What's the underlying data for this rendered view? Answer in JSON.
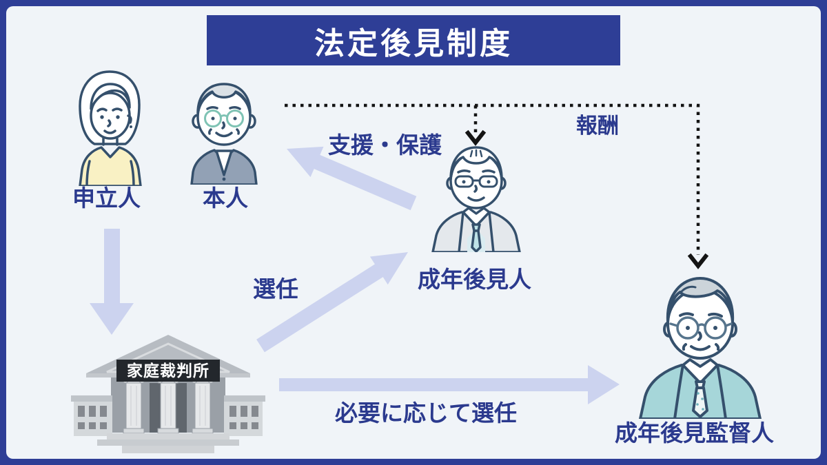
{
  "title": "法定後見制度",
  "nodes": {
    "petitioner": {
      "label": "申立人"
    },
    "principal": {
      "label": "本人"
    },
    "guardian": {
      "label": "成年後見人"
    },
    "supervisor": {
      "label": "成年後見監督人"
    },
    "court": {
      "label": "家庭裁判所"
    }
  },
  "edges": {
    "support": {
      "label": "支援・保護"
    },
    "appoint": {
      "label": "選任"
    },
    "appoint_as_needed": {
      "label": "必要に応じて選任"
    },
    "remuneration": {
      "label": "報酬"
    }
  },
  "colors": {
    "frame_navy": "#2e3e96",
    "label_navy": "#2b3a8e",
    "arrow_lavender": "#ccd3ef",
    "dotted_black": "#141414",
    "background": "#f0f4f8",
    "petitioner_sweater": "#f9f1c4",
    "principal_cardigan": "#92a1b5",
    "guardian_suit": "#e4e8ec",
    "supervisor_suit": "#a6d6d9",
    "court_gray": "#b7bcc2"
  }
}
